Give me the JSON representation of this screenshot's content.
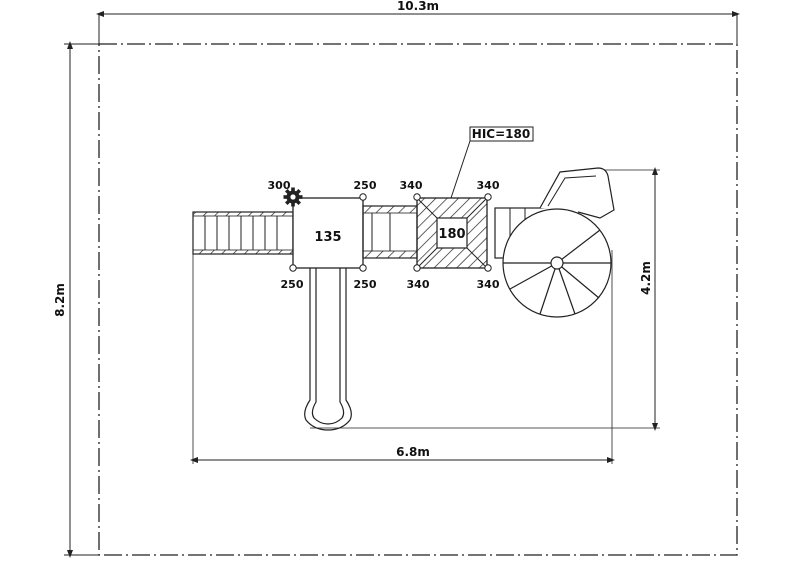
{
  "dimensions": {
    "overall_width": "10.3m",
    "overall_height": "8.2m",
    "equipment_width": "6.8m",
    "equipment_height": "4.2m"
  },
  "hic_label": "HIC=180",
  "decks": {
    "deck_1": "135",
    "deck_2": "180"
  },
  "posts": {
    "deck_1_top_left": "300",
    "deck_1_top_right": "250",
    "deck_1_bottom_left": "250",
    "deck_1_bottom_right": "250",
    "deck_2_top_left": "340",
    "deck_2_top_right": "340",
    "deck_2_bottom_left": "340",
    "deck_2_bottom_right": "340"
  },
  "colors": {
    "line": "#222222",
    "background": "#ffffff"
  },
  "icons": {
    "gear": "gear-icon"
  }
}
